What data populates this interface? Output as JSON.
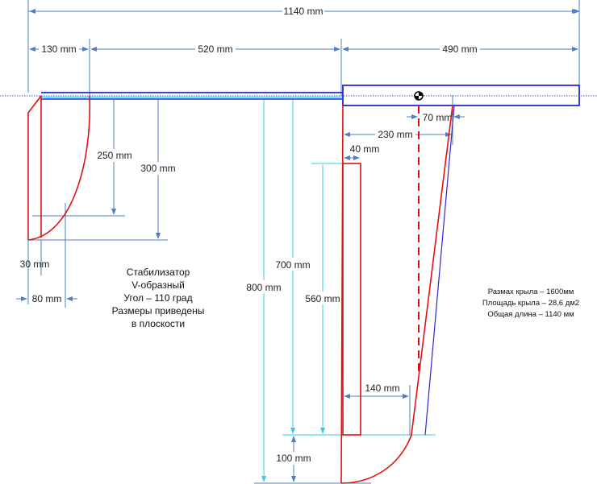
{
  "dimensions": {
    "total_length": "1140 mm",
    "stab_root_offset": "130 mm",
    "stab_to_wing": "520 mm",
    "wing_to_nose": "490 mm",
    "stab_250": "250 mm",
    "stab_300": "300 mm",
    "stab_30": "30 mm",
    "stab_80": "80 mm",
    "cg_70": "70 mm",
    "cg_230": "230 mm",
    "aileron_40": "40 mm",
    "span_700": "700 mm",
    "span_800": "800 mm",
    "span_560": "560 mm",
    "tip_100": "100 mm",
    "tip_140": "140 mm"
  },
  "stabilizer_note": [
    "Стабилизатор",
    "V-образный",
    "Угол – 110 град",
    "Размеры приведены",
    "в плоскости"
  ],
  "specs": [
    "Размах крыла – 1600мм",
    "Площадь крыла – 28,6 дм2",
    "Общая длина – 1140 мм"
  ],
  "colors": {
    "outline": "#e01010",
    "fuselage": "#2828d0",
    "dimension": "#4f7ec6",
    "span_dimension": "#33ccee"
  }
}
